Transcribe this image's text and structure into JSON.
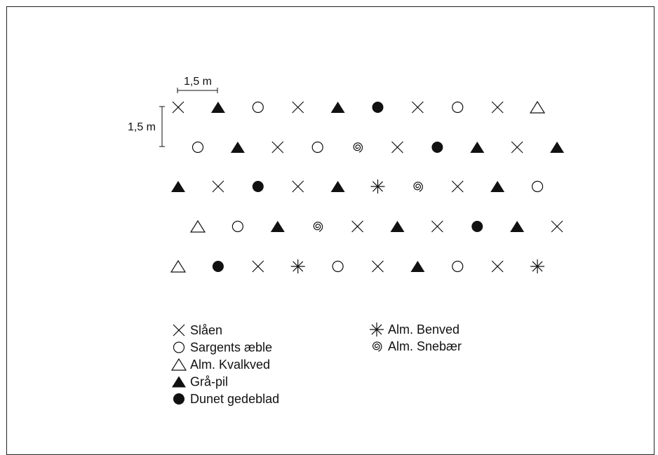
{
  "scale": {
    "horizontal_label": "1,5 m",
    "vertical_label": "1,5 m"
  },
  "species": {
    "x": {
      "name": "Slåen",
      "icon": "cross-icon"
    },
    "o": {
      "name": "Sargents æble",
      "icon": "open-circle-icon"
    },
    "t": {
      "name": "Alm. Kvalkved",
      "icon": "open-triangle-icon"
    },
    "T": {
      "name": "Grå-pil",
      "icon": "filled-triangle-icon"
    },
    "O": {
      "name": "Dunet gedeblad",
      "icon": "filled-circle-icon"
    },
    "s": {
      "name": "Alm. Benved",
      "icon": "asterisk-icon"
    },
    "p": {
      "name": "Alm. Snebær",
      "icon": "spiral-icon"
    }
  },
  "rows": [
    [
      "x",
      "T",
      "o",
      "x",
      "T",
      "O",
      "x",
      "o",
      "x",
      "t"
    ],
    [
      "o",
      "T",
      "x",
      "o",
      "p",
      "x",
      "O",
      "T",
      "x",
      "T"
    ],
    [
      "T",
      "x",
      "O",
      "x",
      "T",
      "s",
      "p",
      "x",
      "T",
      "o"
    ],
    [
      "t",
      "o",
      "T",
      "p",
      "x",
      "T",
      "x",
      "O",
      "T",
      "x"
    ],
    [
      "t",
      "O",
      "x",
      "s",
      "o",
      "x",
      "T",
      "o",
      "x",
      "s"
    ]
  ],
  "legend": {
    "column1": [
      "x",
      "o",
      "t",
      "T",
      "O"
    ],
    "column2": [
      "s",
      "p"
    ]
  }
}
